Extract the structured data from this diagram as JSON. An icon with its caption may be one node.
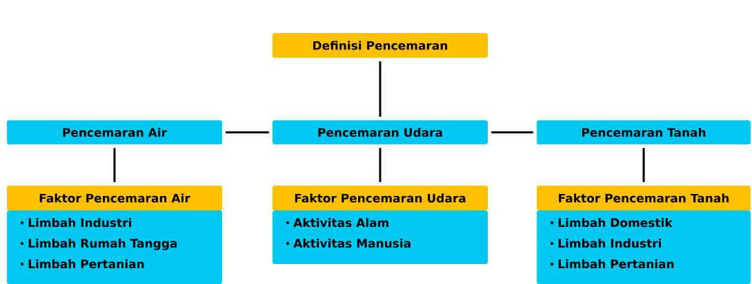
{
  "diagram": {
    "nodes": [
      {
        "text": [
          "Definisi Pencemaran"
        ]
      },
      {
        "text": [
          "Pencemaran Air"
        ]
      },
      {
        "text": [
          "Pencemaran Udara"
        ]
      },
      {
        "text": [
          "Pencemaran Tanah"
        ]
      },
      {
        "text": [
          "Faktor Pencemaran Air"
        ]
      },
      {
        "text": [
          "Limbah Industri",
          "Limbah Rumah Tangga",
          "Limbah Pertanian"
        ]
      },
      {
        "text": [
          "Faktor Pencemaran Udara"
        ]
      },
      {
        "text": [
          "Aktivitas Alam",
          "Aktivitas Manusia"
        ]
      },
      {
        "text": [
          "Faktor Pencemaran Tanah"
        ]
      },
      {
        "text": [
          "Limbah Domestik",
          "Limbah Industri",
          "Limbah Pertanian"
        ]
      }
    ],
    "edges": [
      {
        "from": 0,
        "to": 2,
        "arrow": "none"
      },
      {
        "from": 1,
        "to": 2,
        "arrow": "none"
      },
      {
        "from": 2,
        "to": 3,
        "arrow": "none"
      },
      {
        "from": 1,
        "to": 4,
        "arrow": "none"
      },
      {
        "from": 2,
        "to": 6,
        "arrow": "none"
      },
      {
        "from": 3,
        "to": 8,
        "arrow": "none"
      }
    ]
  }
}
